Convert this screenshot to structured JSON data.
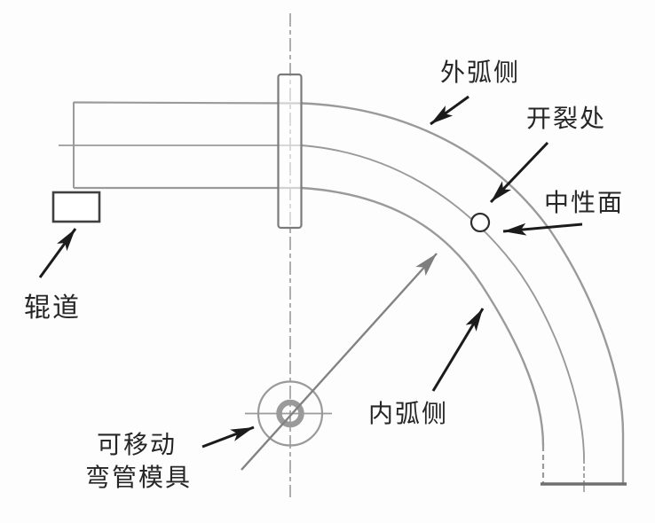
{
  "figure": {
    "labels": {
      "outer_arc_side": "外弧侧",
      "crack_location": "开裂处",
      "neutral_plane": "中性面",
      "roller": "辊道",
      "inner_arc_side": "内弧侧",
      "movable_die_line1": "可移动",
      "movable_die_line2": "弯管模具"
    },
    "colors": {
      "line": "#9a9a9a",
      "line-dark": "#6f6f6f",
      "arrow": "#1b1b1b",
      "text": "#262626",
      "bg": "#fdfdfd"
    }
  }
}
